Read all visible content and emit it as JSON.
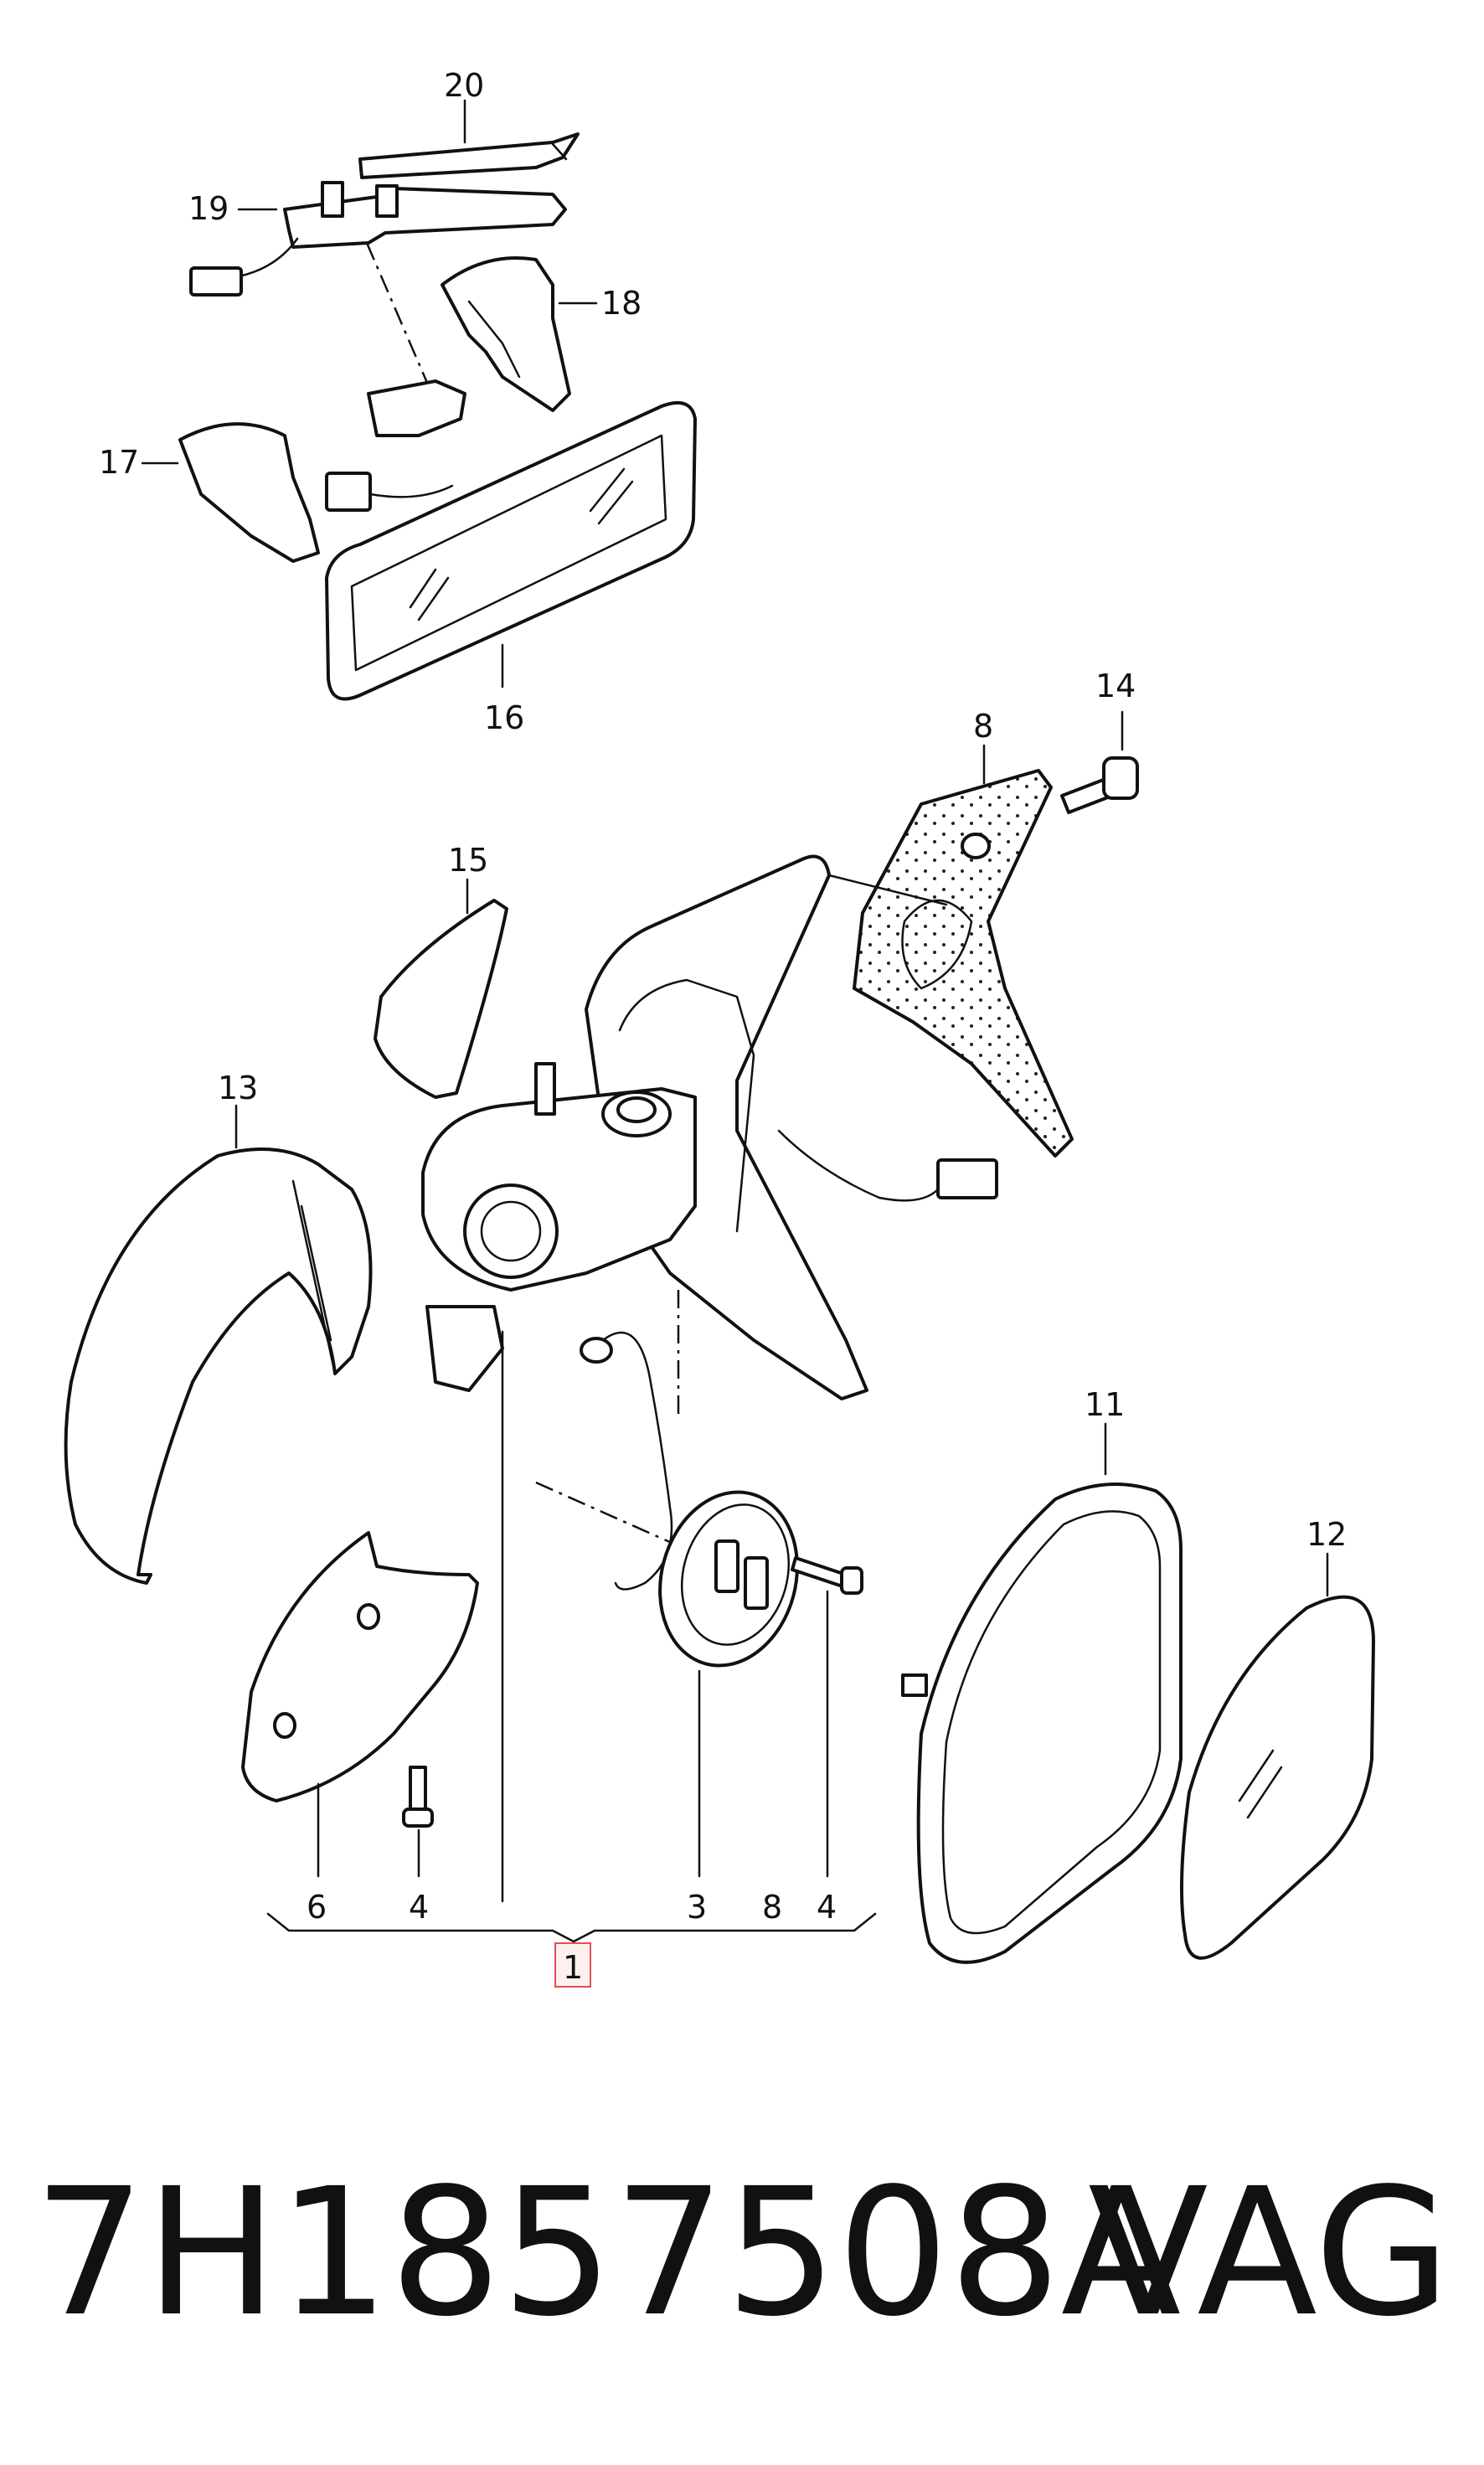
{
  "callouts": {
    "c20": "20",
    "c19": "19",
    "c18": "18",
    "c17": "17",
    "c16": "16",
    "c14": "14",
    "c8_top": "8",
    "c15": "15",
    "c13": "13",
    "c11": "11",
    "c12": "12",
    "c6": "6",
    "c4_left": "4",
    "c3": "3",
    "c8_bottom": "8",
    "c4_right": "4",
    "c1": "1"
  },
  "footer": {
    "part_number": "7H1857508A",
    "brand": "VAG"
  },
  "colors": {
    "ink": "#111111",
    "highlight_border": "#e05050",
    "highlight_fill": "#fff0f0"
  }
}
